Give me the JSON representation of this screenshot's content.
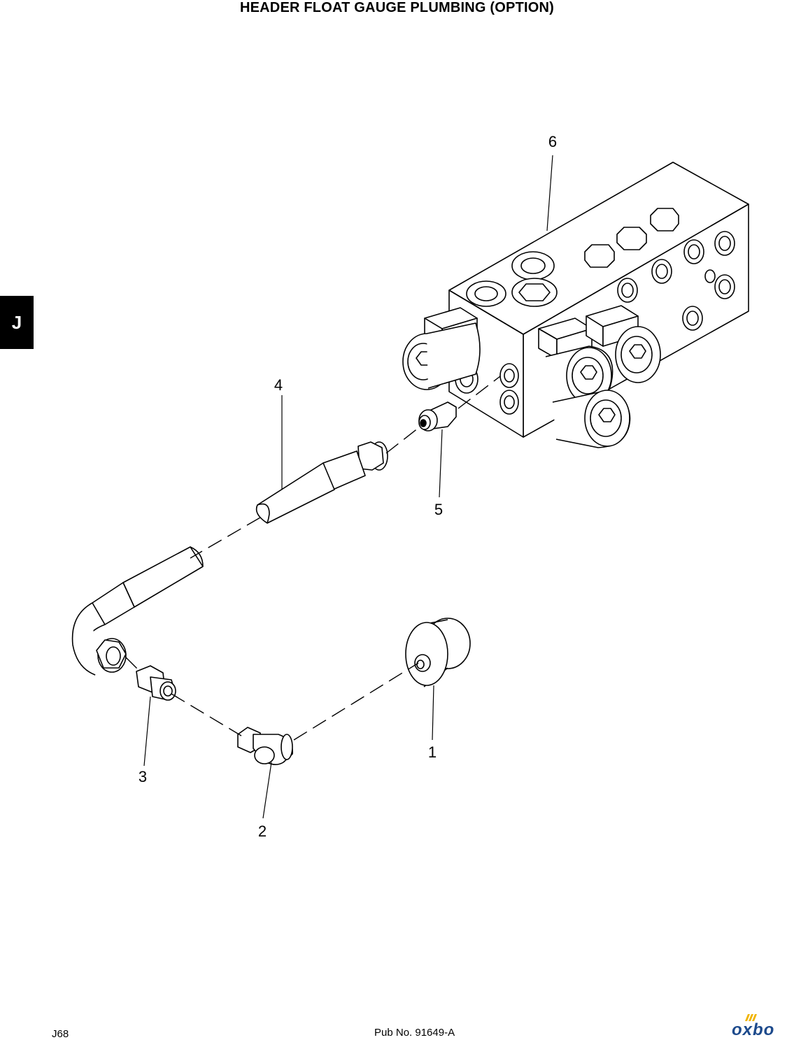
{
  "page": {
    "title": "HEADER FLOAT GAUGE PLUMBING (OPTION)",
    "section_tab": "J",
    "page_number": "J68",
    "publication": "Pub No. 91649-A",
    "logo_text": "oxbo",
    "brand_color": "#1d4a8c",
    "accent_color": "#f0b400"
  },
  "callouts": {
    "c1": "1",
    "c2": "2",
    "c3": "3",
    "c4": "4",
    "c5": "5",
    "c6": "6"
  }
}
